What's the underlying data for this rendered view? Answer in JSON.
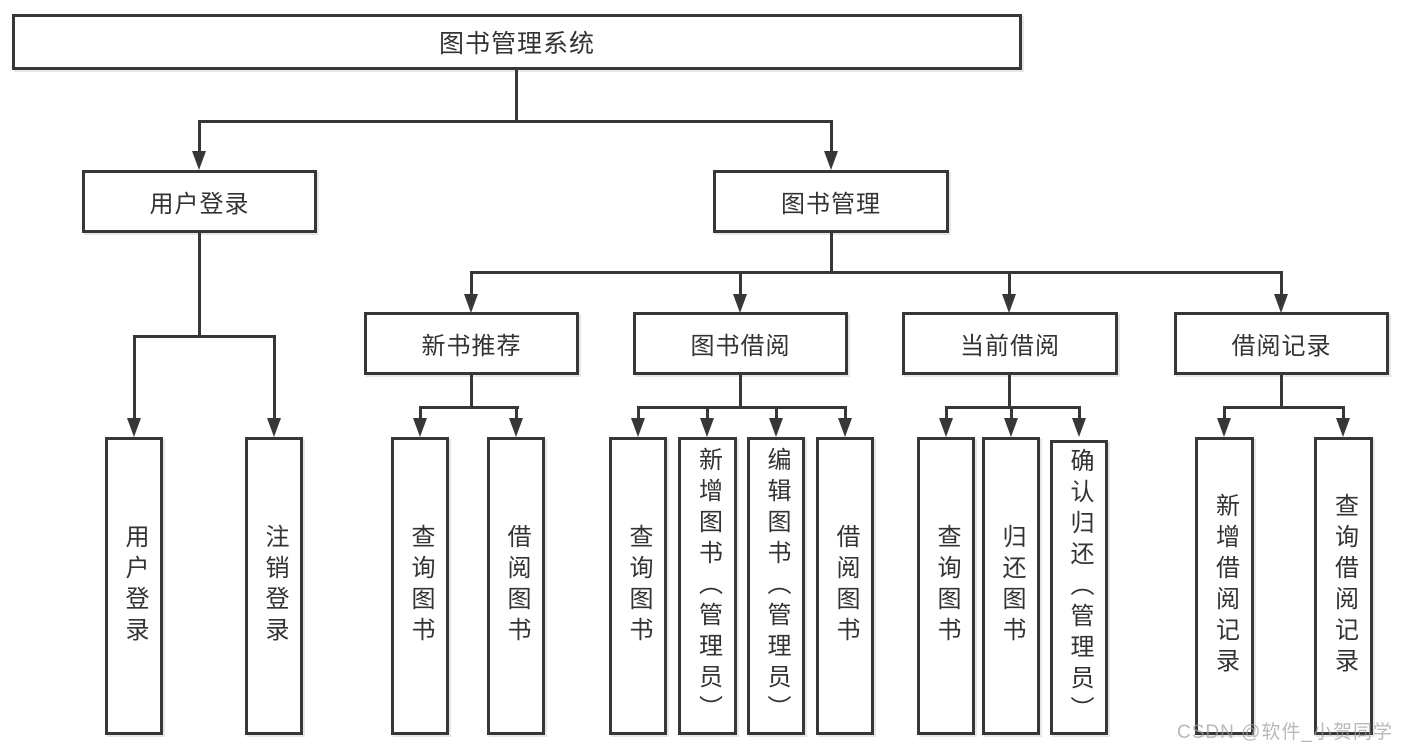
{
  "tree": {
    "root": {
      "label": "图书管理系统",
      "children": [
        {
          "label": "用户登录",
          "children": [
            {
              "label": "用户登录"
            },
            {
              "label": "注销登录"
            }
          ]
        },
        {
          "label": "图书管理",
          "children": [
            {
              "label": "新书推荐",
              "children": [
                {
                  "label": "查询图书"
                },
                {
                  "label": "借阅图书"
                }
              ]
            },
            {
              "label": "图书借阅",
              "children": [
                {
                  "label": "查询图书"
                },
                {
                  "label": "新增图书（管理员）"
                },
                {
                  "label": "编辑图书（管理员）"
                },
                {
                  "label": "借阅图书"
                }
              ]
            },
            {
              "label": "当前借阅",
              "children": [
                {
                  "label": "查询图书"
                },
                {
                  "label": "归还图书"
                },
                {
                  "label": "确认归还（管理员）"
                }
              ]
            },
            {
              "label": "借阅记录",
              "children": [
                {
                  "label": "新增借阅记录"
                },
                {
                  "label": "查询借阅记录"
                }
              ]
            }
          ]
        }
      ]
    }
  },
  "watermark": "CSDN @软件_小贺同学"
}
